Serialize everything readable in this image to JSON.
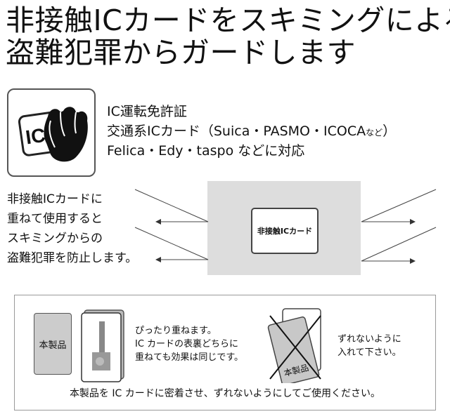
{
  "headline": {
    "line1": "非接触ICカードをスキミングによる",
    "line2": "盗難犯罪からガードします"
  },
  "icon": {
    "label": "IC"
  },
  "features": {
    "line1": "IC運転免許証",
    "line2_main": "交通系ICカード（Suica・PASMO・ICOCA",
    "line2_small": "など",
    "line2_end": "）",
    "line3": "Felica・Edy・taspo などに対応"
  },
  "protection_note": [
    "非接触ICカードに",
    "重ねて使用すると",
    "スキミングからの",
    "盗難犯罪を防止します。"
  ],
  "diagram": {
    "card_label": "非接触ICカード"
  },
  "instructions": {
    "product_label": "本製品",
    "stack_text": [
      "ぴったり重ねます。",
      "IC カードの表裏どちらに",
      "重ねても効果は同じです。"
    ],
    "misaligned_card_label": "本製品",
    "misaligned_text": [
      "ずれないように",
      "入れて下さい。"
    ],
    "footer": "本製品を IC カードに密着させ、ずれないようにしてご使用ください。"
  }
}
